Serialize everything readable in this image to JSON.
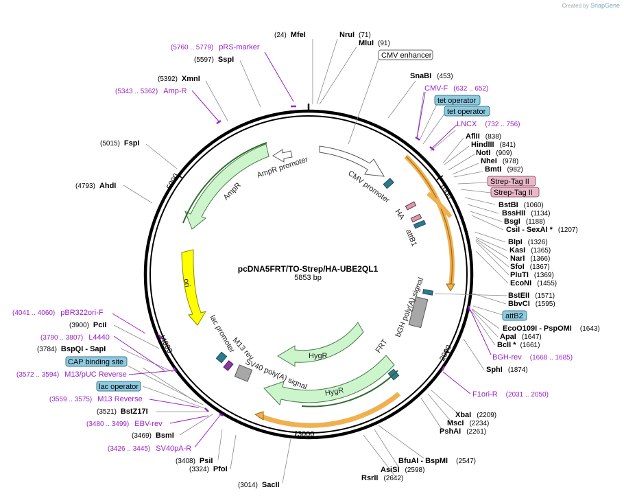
{
  "app": {
    "credit_prefix": "Created by",
    "credit_brand": "SnapGene",
    "colors": {
      "primer": "#9a20c8",
      "ampr": "#ccf5cc",
      "ori": "#ffff00",
      "orange_feature": "#f0b050",
      "promoter": "#ffffff",
      "terminator": "#a0a0a0",
      "tag_blue": "#8ecae0",
      "tag_pink": "#e8b8c8"
    }
  },
  "plasmid": {
    "name": "pcDNA5FRT/TO-Strep/HA-UBE2QL1",
    "length_label": "5853 bp",
    "total_bp": 5853,
    "scale_ticks": [
      "1000",
      "2000",
      "3000",
      "4000",
      "5000"
    ]
  },
  "sites": [
    {
      "name": "MfeI",
      "pos": "(24)"
    },
    {
      "name": "NruI",
      "pos": "(71)"
    },
    {
      "name": "MluI",
      "pos": "(91)"
    },
    {
      "name": "SnaBI",
      "pos": "(453)"
    },
    {
      "name": "AflII",
      "pos": "(838)"
    },
    {
      "name": "HindIII",
      "pos": "(841)"
    },
    {
      "name": "NotI",
      "pos": "(909)"
    },
    {
      "name": "NheI",
      "pos": "(978)"
    },
    {
      "name": "BmtI",
      "pos": "(982)"
    },
    {
      "name": "BstBI",
      "pos": "(1060)"
    },
    {
      "name": "BssHII",
      "pos": "(1134)"
    },
    {
      "name": "BsgI",
      "pos": "(1188)"
    },
    {
      "name": "CsiI  - SexAI *",
      "pos": "(1207)"
    },
    {
      "name": "BlpI",
      "pos": "(1326)"
    },
    {
      "name": "KasI",
      "pos": "(1365)"
    },
    {
      "name": "NarI",
      "pos": "(1366)"
    },
    {
      "name": "SfoI",
      "pos": "(1367)"
    },
    {
      "name": "PluTI",
      "pos": "(1369)"
    },
    {
      "name": "EcoNI",
      "pos": "(1455)"
    },
    {
      "name": "BstEII",
      "pos": "(1571)"
    },
    {
      "name": "BbvCI",
      "pos": "(1595)"
    },
    {
      "name": "EcoO109I  - PspOMI",
      "pos": "(1643)"
    },
    {
      "name": "ApaI",
      "pos": "(1647)"
    },
    {
      "name": "BclI *",
      "pos": "(1661)"
    },
    {
      "name": "SphI",
      "pos": "(1874)"
    },
    {
      "name": "XbaI",
      "pos": "(2209)"
    },
    {
      "name": "MscI",
      "pos": "(2234)"
    },
    {
      "name": "PshAI",
      "pos": "(2261)"
    },
    {
      "name": "BfuAI  - BspMI",
      "pos": "(2547)"
    },
    {
      "name": "AsiSI",
      "pos": "(2598)"
    },
    {
      "name": "RsrII",
      "pos": "(2642)"
    },
    {
      "name": "SacII",
      "pos": "(3014)"
    },
    {
      "name": "PfoI",
      "pos": "(3324)"
    },
    {
      "name": "PsiI",
      "pos": "(3408)"
    },
    {
      "name": "BsmI",
      "pos": "(3469)"
    },
    {
      "name": "BstZ17I",
      "pos": "(3521)"
    },
    {
      "name": "BspQI  - SapI",
      "pos": "(3784)"
    },
    {
      "name": "PciI",
      "pos": "(3900)"
    },
    {
      "name": "AhdI",
      "pos": "(4793)"
    },
    {
      "name": "FspI",
      "pos": "(5015)"
    },
    {
      "name": "XmnI",
      "pos": "(5392)"
    },
    {
      "name": "SspI",
      "pos": "(5597)"
    }
  ],
  "primers": [
    {
      "name": "pRS-marker",
      "range": "(5760 .. 5779)"
    },
    {
      "name": "Amp-R",
      "range": "(5343 .. 5362)"
    },
    {
      "name": "CMV-F",
      "range": "(632 .. 652)"
    },
    {
      "name": "LNCX",
      "range": "(732 .. 756)"
    },
    {
      "name": "BGH-rev",
      "range": "(1668 .. 1685)"
    },
    {
      "name": "F1ori-R",
      "range": "(2031 .. 2050)"
    },
    {
      "name": "pBR322ori-F",
      "range": "(4041 .. 4060)"
    },
    {
      "name": "L4440",
      "range": "(3790 .. 3807)"
    },
    {
      "name": "M13/pUC Reverse",
      "range": "(3572 .. 3594)"
    },
    {
      "name": "M13 Reverse",
      "range": "(3559 .. 3575)"
    },
    {
      "name": "EBV-rev",
      "range": "(3480 .. 3499)"
    },
    {
      "name": "SV40pA-R",
      "range": "(3426 .. 3445)"
    }
  ],
  "boxed_labels": {
    "cmv_enhancer": "CMV enhancer",
    "tet_operator_1": "tet operator",
    "tet_operator_2": "tet operator",
    "strep_tag_1": "Strep-Tag II",
    "strep_tag_2": "Strep-Tag II",
    "attb2": "attB2",
    "cap_binding_site": "CAP binding site",
    "lac_operator": "lac operator"
  },
  "features": {
    "cmv_promoter": "CMV promoter",
    "ha": "HA",
    "attb1": "attB1",
    "bgh_polya": "bGH poly(A) signal",
    "frt": "FRT",
    "hygr_inner": "HygR",
    "hygr_outer": "HygR",
    "sv40_polya": "SV40 poly(A) signal",
    "m13_rev": "M13 rev",
    "lac_promoter": "lac promoter",
    "ori": "ori",
    "ampr": "AmpR",
    "ampr_promoter": "AmpR promoter"
  }
}
